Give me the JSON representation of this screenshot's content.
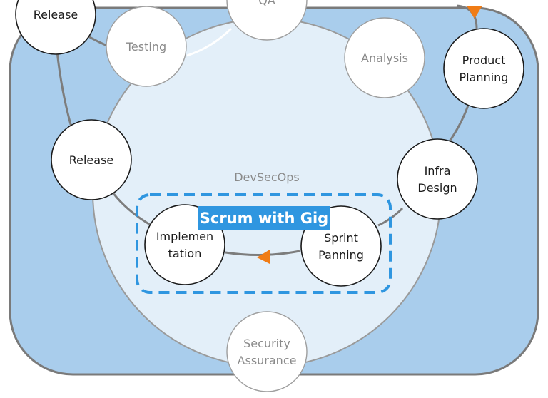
{
  "diagram": {
    "center_label": "DevSecOps",
    "scrum_label": "Scrum with Gig",
    "nodes": {
      "release_top": [
        "Release"
      ],
      "testing": [
        "Testing"
      ],
      "qa": [
        "QA"
      ],
      "analysis": [
        "Analysis"
      ],
      "product_planning": [
        "Product",
        "Planning"
      ],
      "release_left": [
        "Release"
      ],
      "infra_design": [
        "Infra",
        "Design"
      ],
      "implementation": [
        "Implemen",
        "tation"
      ],
      "sprint_planning": [
        "Sprint",
        "Panning"
      ],
      "security_assurance": [
        "Security",
        "Assurance"
      ]
    }
  },
  "colors": {
    "outer_fill": "#a9cdec",
    "outer_stroke": "#7a7a7a",
    "inner_fill": "#e3eff9",
    "inner_stroke": "#9a9a9a",
    "connector": "#7d7d7d",
    "arrow": "#f07c16",
    "dashed_box": "#2f96e0",
    "scrum_label_bg": "#2f96e0",
    "scrum_label_text": "#ffffff",
    "node_dark_stroke": "#1a1a1a",
    "node_light_stroke": "#9e9e9e",
    "node_dark_text": "#1a1a1a",
    "node_light_text": "#8a8a8a"
  }
}
